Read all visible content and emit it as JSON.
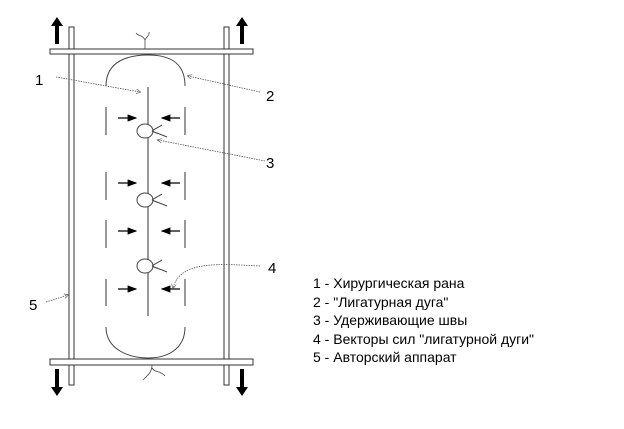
{
  "labels": [
    "1",
    "2",
    "3",
    "4",
    "5"
  ],
  "legend": [
    "1 - Хирургическая рана",
    "2 - \"Лигатурная дуга\"",
    "3 - Удерживающие швы",
    "4 - Векторы сил \"лигатурной дуги\"",
    "5 -  Авторский аппарат"
  ]
}
